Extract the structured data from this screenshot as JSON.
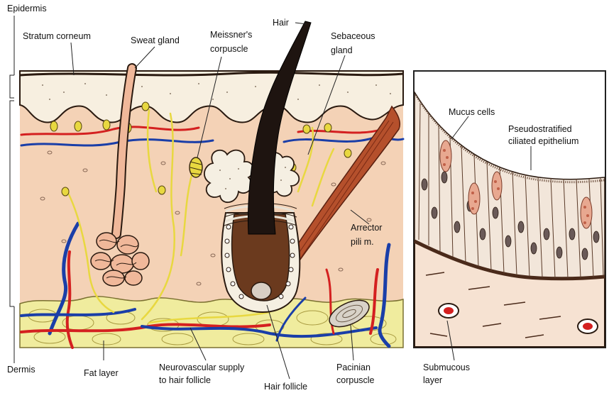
{
  "labels": {
    "epidermis": "Epidermis",
    "stratum_corneum": "Stratum corneum",
    "sweat_gland": "Sweat gland",
    "meissners_line1": "Meissner's",
    "meissners_line2": "corpuscle",
    "hair": "Hair",
    "sebaceous_line1": "Sebaceous",
    "sebaceous_line2": "gland",
    "arrector_line1": "Arrector",
    "arrector_line2": "pili m.",
    "mucus_cells": "Mucus cells",
    "pseudo_line1": "Pseudostratified",
    "pseudo_line2": "ciliated epithelium",
    "dermis": "Dermis",
    "fat_layer": "Fat layer",
    "neuro_line1": "Neurovascular supply",
    "neuro_line2": "to hair follicle",
    "hair_follicle": "Hair follicle",
    "pacinian_line1": "Pacinian",
    "pacinian_line2": "corpuscle",
    "submucous_line1": "Submucous",
    "submucous_line2": "layer"
  },
  "colors": {
    "dermis": "#f4d2b6",
    "epidermis": "#f7efe0",
    "fat": "#f0ec9e",
    "hair": "#1e1410",
    "follicle_bulb": "#6b3a1e",
    "muscle": "#b5502c",
    "sweat_gland": "#f0b89a",
    "artery": "#d42020",
    "vein": "#1a3ea8",
    "nerve": "#e8d840",
    "sebaceous": "#f5efe2",
    "mucosa_cells": "#f2e6da",
    "submucosa": "#f6e2d2"
  }
}
